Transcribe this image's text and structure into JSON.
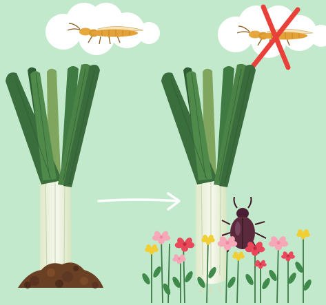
{
  "colors": {
    "background": "#c3e9cd",
    "cloud": "#ffffff",
    "insect_body": "#e0a23a",
    "leaf_dark": "#3b6e3d",
    "leaf_mid": "#4f8a4a",
    "leaf_light": "#7fa55f",
    "stem": "#eef3df",
    "soil": "#6a4024",
    "arrow": "#ffffff",
    "cross": "#e8413a",
    "beetle": "#5a2a3c",
    "flower_pink": "#f7a8b8",
    "flower_red": "#e8485a",
    "flower_yellow": "#f1cf34"
  },
  "panels": [
    {
      "name": "left-leek-panel",
      "plant": "leek",
      "base": "soil-mound",
      "cloud_icon": "thrips-insect-icon",
      "crossed_out": false
    },
    {
      "name": "right-leek-panel",
      "plant": "leek",
      "base": "flower-strip",
      "cloud_icon": "thrips-insect-icon",
      "crossed_out": true,
      "extra_icon": "beetle-icon"
    }
  ],
  "connector": {
    "icon": "arrow-right-icon",
    "direction": "right"
  }
}
